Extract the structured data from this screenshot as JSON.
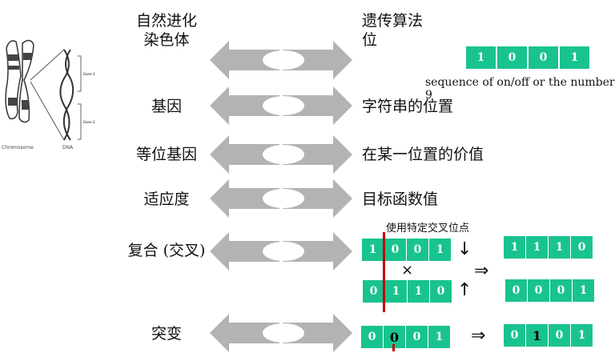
{
  "figure": {
    "chromosome_label": "Chromosome",
    "dna_label": "DNA",
    "gene1": "Gene 1",
    "gene2": "Gene 2"
  },
  "rows": [
    {
      "left": "自然进化\n染色体",
      "right": "遗传算法\n位"
    },
    {
      "left": "基因",
      "right": "字符串的位置"
    },
    {
      "left": "等位基因",
      "right": "在某一位置的价值"
    },
    {
      "left": "适应度",
      "right": "目标函数值"
    },
    {
      "left": "复合 (交叉)",
      "right": ""
    },
    {
      "left": "突变",
      "right": ""
    }
  ],
  "headers": {
    "left_1": "自然进化",
    "left_2": "染色体",
    "right_1": "遗传算法",
    "right_2": "位"
  },
  "sequence": {
    "bits": [
      "1",
      "0",
      "0",
      "1"
    ],
    "caption": "sequence of on/off or the number 9"
  },
  "crossover": {
    "label": "使用特定交叉位点",
    "parent1": [
      "1",
      "0",
      "0",
      "1"
    ],
    "parent2": [
      "0",
      "1",
      "1",
      "0"
    ],
    "child1": [
      "1",
      "1",
      "1",
      "0"
    ],
    "child2": [
      "0",
      "0",
      "0",
      "1"
    ],
    "cross_symbol": "×",
    "down_arrow": "↓",
    "up_arrow": "↑",
    "implies": "⇒"
  },
  "mutation": {
    "before": [
      "0",
      "0",
      "0",
      "1"
    ],
    "after": [
      "0",
      "1",
      "0",
      "1"
    ],
    "implies": "⇒"
  },
  "colors": {
    "bit": "#19c38f",
    "arrow": "#b3b3b3",
    "cut_line": "#c00000"
  }
}
